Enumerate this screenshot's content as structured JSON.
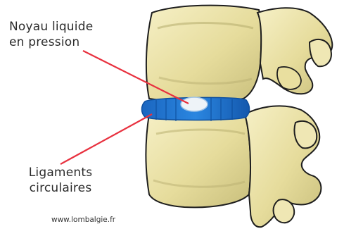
{
  "labels": {
    "nucleus_line1": "Noyau liquide",
    "nucleus_line2": "en pression",
    "ligaments_line1": "Ligaments",
    "ligaments_line2": "circulaires"
  },
  "credit": "www.lombalgie.fr",
  "colors": {
    "bone": "#ece3a8",
    "bone_shadow": "#b9b071",
    "bone_outline": "#1e1e1e",
    "disc": "#1f73cf",
    "disc_dark": "#0e4f9e",
    "nucleus": "#eef3f8",
    "pointer": "#e8313f"
  }
}
